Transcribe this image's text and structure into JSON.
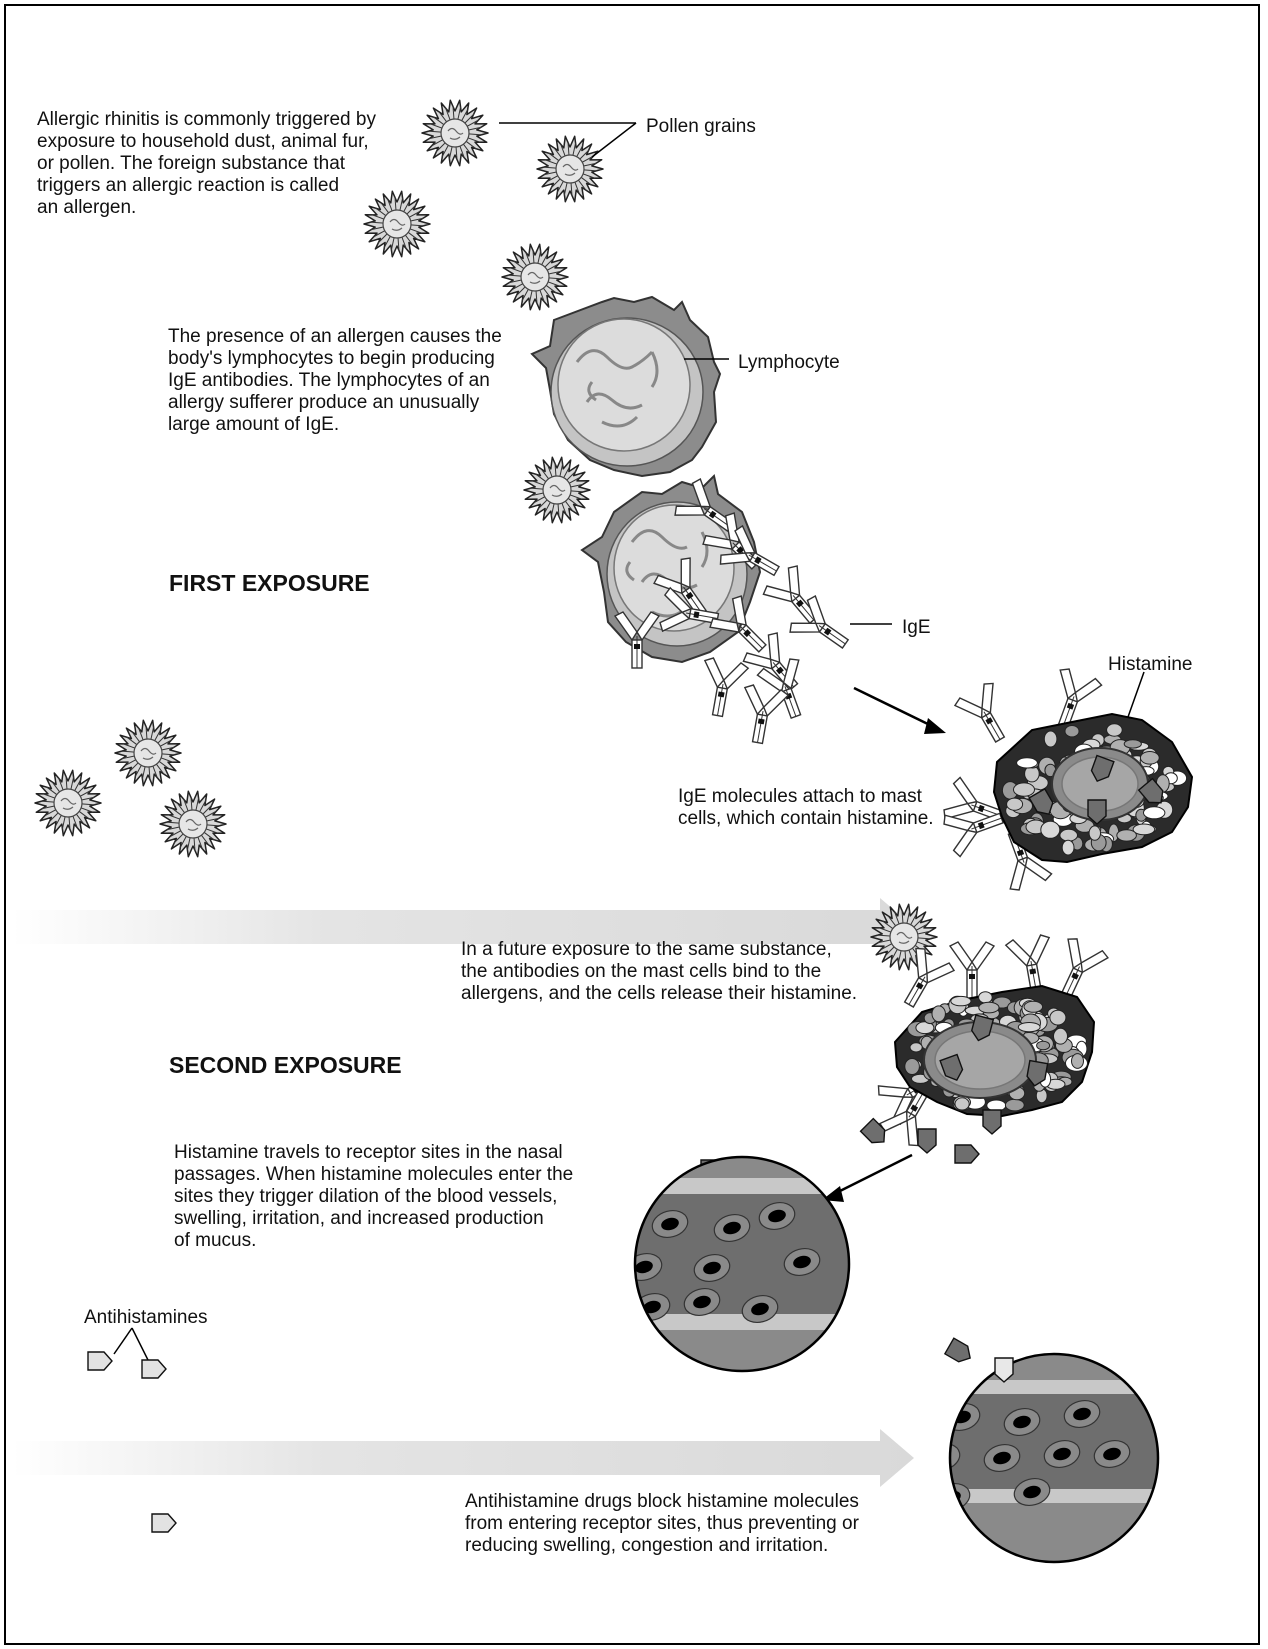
{
  "texts": {
    "intro": "Allergic rhinitis is commonly triggered by\nexposure to household dust, animal fur,\nor pollen. The foreign substance that\ntriggers an allergic reaction is called\nan allergen.",
    "lymphocyte_text": "The presence of an allergen causes the\nbody's lymphocytes to begin producing\nIgE antibodies. The lymphocytes of an\nallergy sufferer produce an unusually\nlarge amount of IgE.",
    "mast_text": "IgE molecules attach to mast\ncells, which contain histamine.",
    "future_text": "In a future exposure to the same substance,\nthe antibodies on the mast cells bind to the\nallergens, and the cells release their histamine.",
    "histamine_text": "Histamine travels to receptor sites in the nasal\npassages. When histamine molecules enter the\nsites they trigger dilation of the blood vessels,\nswelling, irritation, and increased production\nof mucus.",
    "antihistamine_text": "Antihistamine drugs block histamine molecules\nfrom entering receptor sites, thus preventing or\nreducing swelling, congestion and irritation."
  },
  "headings": {
    "first": "FIRST EXPOSURE",
    "second": "SECOND EXPOSURE"
  },
  "labels": {
    "pollen": "Pollen grains",
    "lymphocyte": "Lymphocyte",
    "ige": "IgE",
    "histamine": "Histamine",
    "antihistamines": "Antihistamines"
  }
}
